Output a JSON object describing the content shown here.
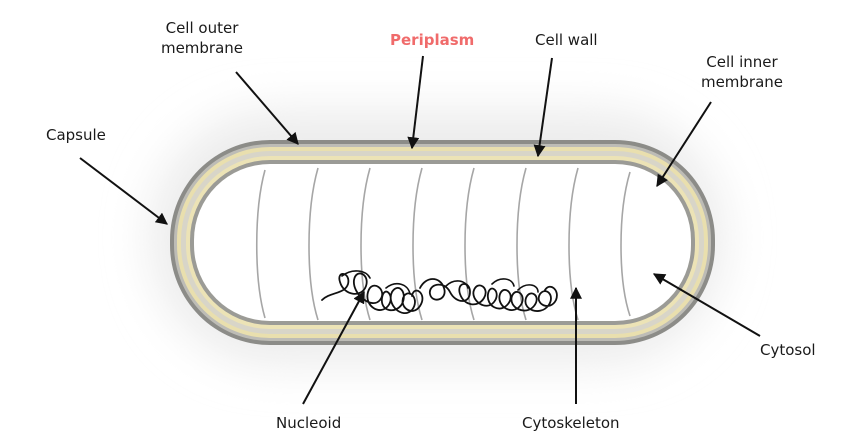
{
  "labels": {
    "cell_outer_membrane_line1": "Cell outer",
    "cell_outer_membrane_line2": "membrane",
    "periplasm": "Periplasm",
    "cell_wall": "Cell wall",
    "cell_inner_membrane_line1": "Cell inner",
    "cell_inner_membrane_line2": "membrane",
    "capsule": "Capsule",
    "cytosol": "Cytosol",
    "nucleoid": "Nucleoid",
    "cytoskeleton": "Cytoskeleton"
  },
  "colors": {
    "highlight_label": "#f06b6b",
    "capsule_halo": "#ececec",
    "outer_membrane": "#8c8c88",
    "periplasm_layer": "#e9dfae",
    "cell_wall_layer": "#d8d5c8",
    "inner_membrane": "#9b9b96",
    "cytosol_fill": "#ffffff",
    "cytoskeleton_lines": "#a6a6a6",
    "arrows": "#111111"
  }
}
